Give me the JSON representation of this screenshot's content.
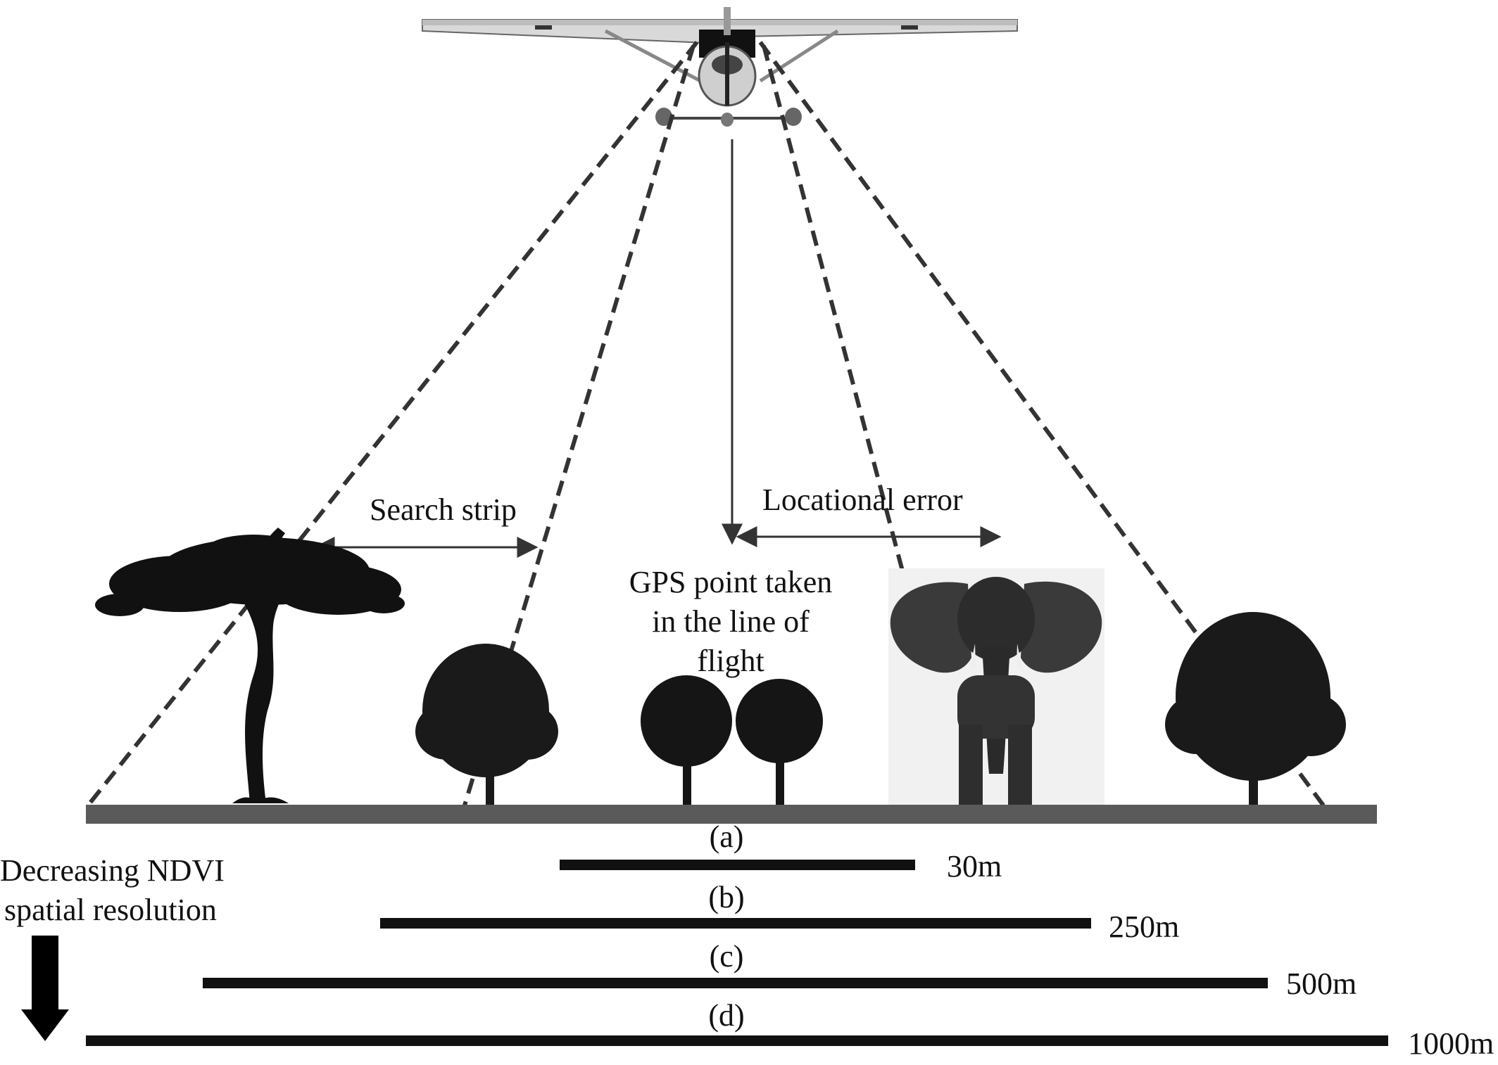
{
  "labels": {
    "search_strip": "Search strip",
    "locational_error": "Locational error",
    "gps_line1": "GPS point taken",
    "gps_line2": "in the line of",
    "gps_line3": "flight",
    "ndvi_line1": "Decreasing  NDVI",
    "ndvi_line2": "spatial resolution"
  },
  "resolutions": [
    {
      "tag": "(a)",
      "value": "30m"
    },
    {
      "tag": "(b)",
      "value": "250m"
    },
    {
      "tag": "(c)",
      "value": "500m"
    },
    {
      "tag": "(d)",
      "value": "1000m"
    }
  ],
  "colors": {
    "ground": "#5a5a5a",
    "ink": "#111111",
    "elephant": "#3a3a3a"
  }
}
